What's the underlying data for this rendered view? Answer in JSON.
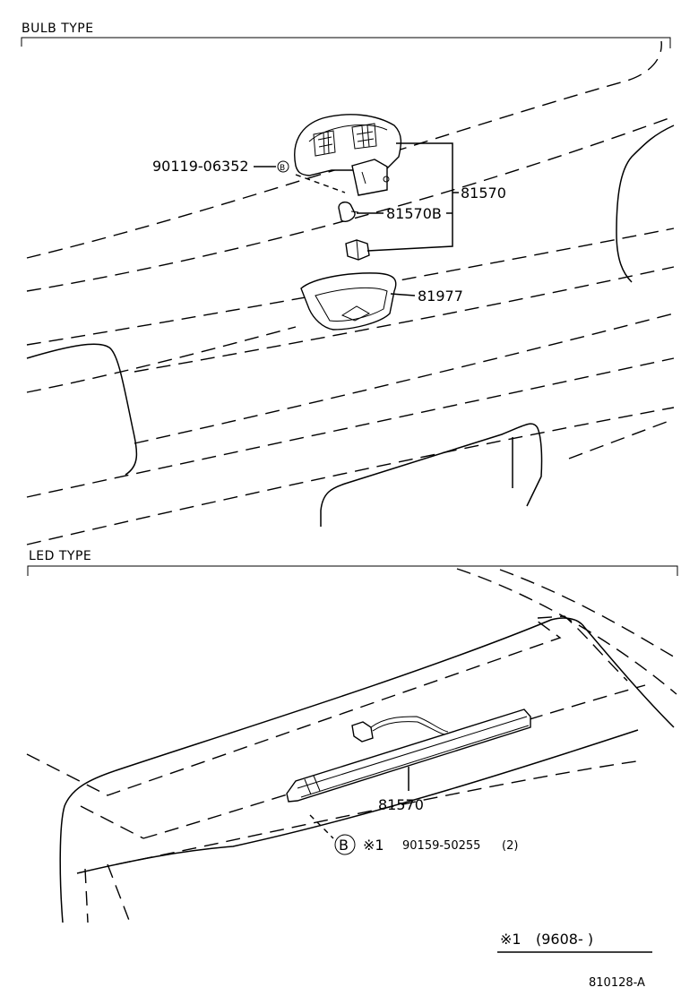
{
  "sections": {
    "bulb_type": "BULB TYPE",
    "led_type": "LED TYPE"
  },
  "bulb_parts": {
    "bolt": "90119-06352",
    "lamp_assy": "81570",
    "bulb": "81570B",
    "cover": "81977"
  },
  "led_parts": {
    "lamp_assy": "81570",
    "mark_b": "B",
    "note_mark": "※1",
    "screw": "90159-50255",
    "qty": "(2)"
  },
  "footnote": {
    "mark": "※1",
    "range": "(9608-      )"
  },
  "figure_number": "810128-A"
}
